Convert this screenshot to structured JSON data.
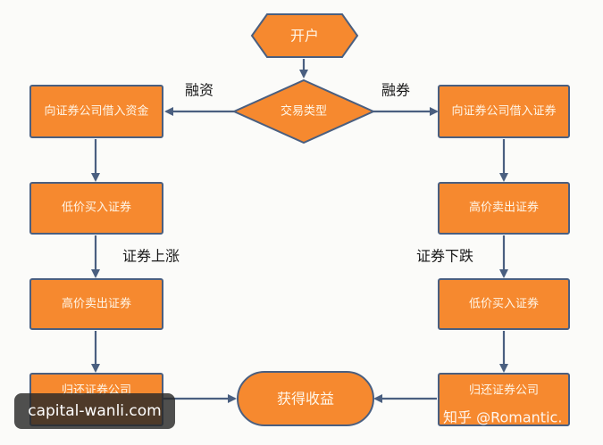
{
  "colors": {
    "node_fill": "#f6892f",
    "node_stroke": "#4a5f80",
    "edge": "#4a5f80",
    "node_text": "#fff6e8"
  },
  "nodes": {
    "open_account": "开户",
    "trade_type": "交易类型",
    "borrow_funds": "向证券公司借入资金",
    "borrow_securities": "向证券公司借入证券",
    "buy_low_left": "低价买入证券",
    "sell_high_right": "高价卖出证券",
    "sell_high_left": "高价卖出证券",
    "buy_low_right": "低价买入证券",
    "return_left": "归还证券公司",
    "return_right": "归还证券公司",
    "profit": "获得收益"
  },
  "edge_labels": {
    "margin_financing": "融资",
    "securities_lending": "融券",
    "price_up": "证券上涨",
    "price_down": "证券下跌"
  },
  "watermarks": {
    "site": "capital-wanli.com",
    "author": "知乎 @Romantic."
  }
}
